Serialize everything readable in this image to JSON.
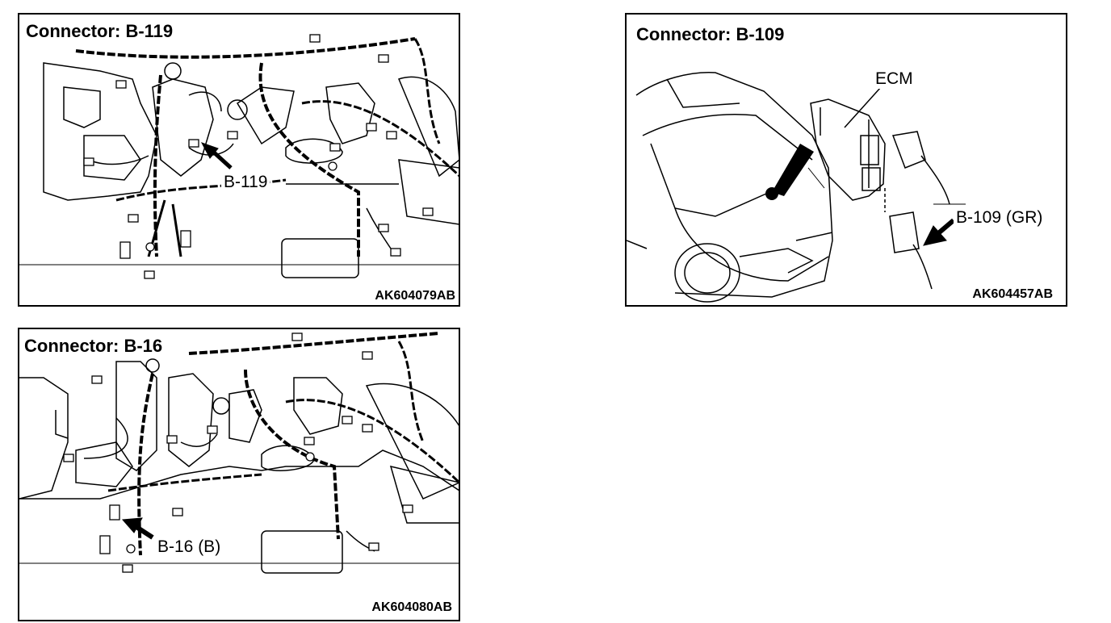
{
  "panels": [
    {
      "title": "Connector: B-119",
      "callout": "B-119",
      "code": "AK604079AB"
    },
    {
      "title": "Connector: B-109",
      "callout_ecm": "ECM",
      "callout": "B-109 (GR)",
      "code": "AK604457AB"
    },
    {
      "title": "Connector: B-16",
      "callout": "B-16 (B)",
      "code": "AK604080AB"
    }
  ]
}
